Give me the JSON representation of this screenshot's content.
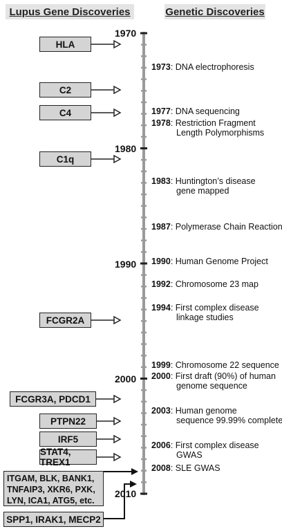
{
  "headers": {
    "left": "Lupus Gene Discoveries",
    "right": "Genetic Discoveries"
  },
  "decades": [
    "1970",
    "1980",
    "1990",
    "2000",
    "2010"
  ],
  "genes": [
    {
      "label": "HLA"
    },
    {
      "label": "C2"
    },
    {
      "label": "C4"
    },
    {
      "label": "C1q"
    },
    {
      "label": "FCGR2A"
    },
    {
      "label": "FCGR3A, PDCD1"
    },
    {
      "label": "PTPN22"
    },
    {
      "label": "IRF5"
    },
    {
      "label": "STAT4, TREX1"
    },
    {
      "line1": "ITGAM, BLK, BANK1,",
      "line2": "TNFAIP3, XKR6, PXK,",
      "line3": "LYN, ICA1, ATG5, etc."
    },
    {
      "label": "SPP1, IRAK1, MECP2"
    }
  ],
  "events": [
    {
      "year": "1973",
      "text": ": DNA electrophoresis"
    },
    {
      "year": "1977",
      "text": ": DNA sequencing"
    },
    {
      "year": "1978",
      "text": ": Restriction Fragment",
      "cont": "Length Polymorphisms"
    },
    {
      "year": "1983",
      "text": ": Huntington’s disease",
      "cont": "gene mapped"
    },
    {
      "year": "1987",
      "text": ": Polymerase Chain Reaction"
    },
    {
      "year": "1990",
      "text": ": Human Genome Project"
    },
    {
      "year": "1992",
      "text": ": Chromosome 23 map"
    },
    {
      "year": "1994",
      "text": ": First complex disease",
      "cont": "linkage studies"
    },
    {
      "year": "1999",
      "text": ": Chromosome 22 sequence"
    },
    {
      "year": "2000",
      "text": ": First draft (90%) of human",
      "cont": "genome sequence"
    },
    {
      "year": "2003",
      "text": ": Human genome",
      "cont": "sequence 99.99% complete"
    },
    {
      "year": "2006",
      "text": ": First complex disease",
      "cont": "GWAS"
    },
    {
      "year": "2008",
      "text": ": SLE GWAS"
    }
  ]
}
